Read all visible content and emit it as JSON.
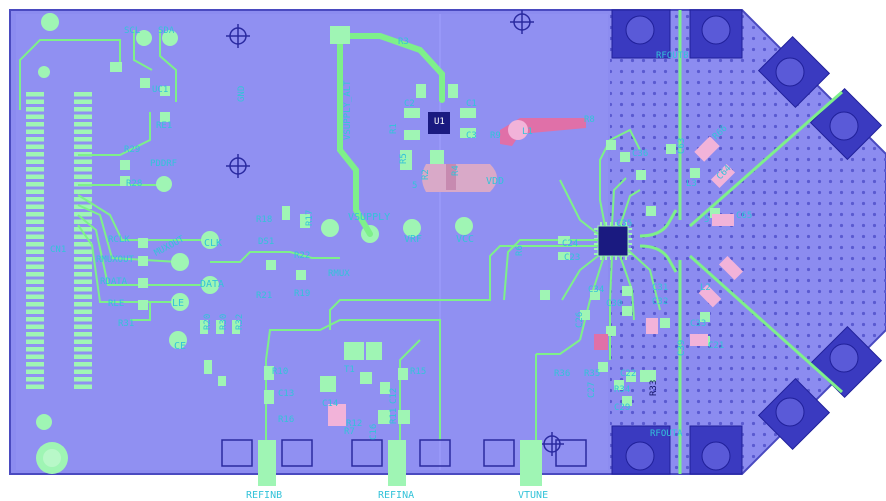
{
  "board": {
    "colors": {
      "background": "#ffffff",
      "copper_fill": "#8c8cf0",
      "copper_dark": "#7a7ae6",
      "trace": "#7ef08a",
      "pad": "#9ff5b4",
      "silk": "#33c3d9",
      "via": "#b8b8ff",
      "pink": "#f2b3d9",
      "magenta": "#e0408a",
      "dark_blue": "#2a2aa0"
    },
    "labels": {
      "scl": "SCL",
      "sda": "SDA",
      "gnd": "GND",
      "cn1": "CN1",
      "r29": "R29",
      "r28": "R28",
      "pddrf": "PDDRF",
      "rclk": "RCLK",
      "rmuxout": "RMUXOUT",
      "rdata": "RDATA",
      "rle": "RLE",
      "r31": "R31",
      "muxout": "MUXOUT",
      "clk": "CLK",
      "data": "DATA",
      "le": "LE",
      "ce": "CE",
      "ds1": "DS1",
      "r18": "R18",
      "r17": "R17",
      "r21": "R21",
      "r19": "R19",
      "r22": "R22",
      "rmux": "RMUX",
      "r20": "R20",
      "r30": "R30",
      "r32": "R32",
      "uc1": "UC1",
      "re1": "RE1",
      "vsupply_alt": "VSUPPLY_ALT",
      "vsupply": "VSUPPLY",
      "r3": "R3",
      "u1": "U1",
      "c2": "C2",
      "c1": "C1",
      "c3": "C3",
      "r1": "R1",
      "r2": "R2",
      "r5": "R5",
      "r4": "R4",
      "r9": "R9",
      "vdd": "VDD",
      "vrf": "VRF",
      "vcc": "VCC",
      "l1": "L1",
      "r8": "R8",
      "r6": "R6",
      "c24": "C24",
      "c23": "C23",
      "c34": "C34",
      "c30": "C30",
      "c31": "C31",
      "c32": "C32",
      "c36": "C36",
      "c35": "C35",
      "c22": "C22",
      "c26": "C26",
      "c27": "C27",
      "c29": "C29",
      "r34": "R34",
      "r35": "R35",
      "r33": "R33",
      "r36": "R36",
      "c21": "C21",
      "c39": "C39",
      "c33": "C33",
      "c63": "C63",
      "r66": "R66",
      "c64": "C64",
      "c65": "C65",
      "l2": "L2",
      "l3": "L3",
      "r10": "R10",
      "r15": "R15",
      "r16": "R16",
      "r11": "R11",
      "r12": "R12",
      "r7": "R7",
      "c13": "C13",
      "c12": "C12",
      "c14": "C14",
      "c16": "C16",
      "t1": "T1",
      "rfout_b": "RFOUTB",
      "rfout_a": "RFOUTA",
      "num5": "5",
      "num5b": "5"
    },
    "connectors": {
      "refinb": "REFINB",
      "refina": "REFINA",
      "vtune": "VTUNE"
    }
  }
}
